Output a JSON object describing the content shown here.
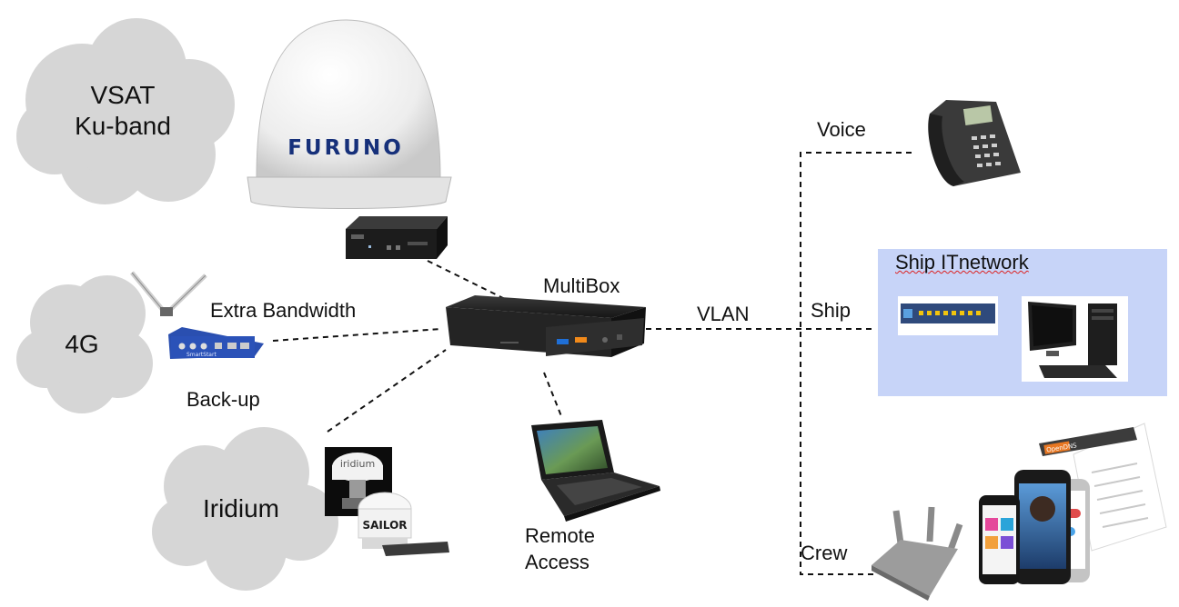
{
  "clouds": {
    "vsat_line1": "VSAT",
    "vsat_line2": "Ku-band",
    "fourg": "4G",
    "iridium": "Iridium"
  },
  "devices": {
    "dome_brand": "FURUNO",
    "iridium_brand": "iridium",
    "sailor_brand": "SAILOR",
    "router_brand": "SmartStart",
    "phone_apps_brand": "OpenDNS"
  },
  "labels": {
    "multibox": "MultiBox",
    "extra_bandwidth": "Extra Bandwidth",
    "backup": "Back-up",
    "vlan": "VLAN",
    "voice": "Voice",
    "ship": "Ship",
    "ship_it_network": "Ship ITnetwork",
    "crew": "Crew",
    "remote_line1": "Remote",
    "remote_line2": "Access"
  },
  "colors": {
    "cloud_fill": "#d6d6d6",
    "ship_panel": "#c7d4f8",
    "dome": "#f4f4f4",
    "furuno_blue": "#16307a",
    "box_dark": "#222222",
    "usb_blue": "#1f6fd6",
    "usb_orange": "#f28a1a"
  }
}
